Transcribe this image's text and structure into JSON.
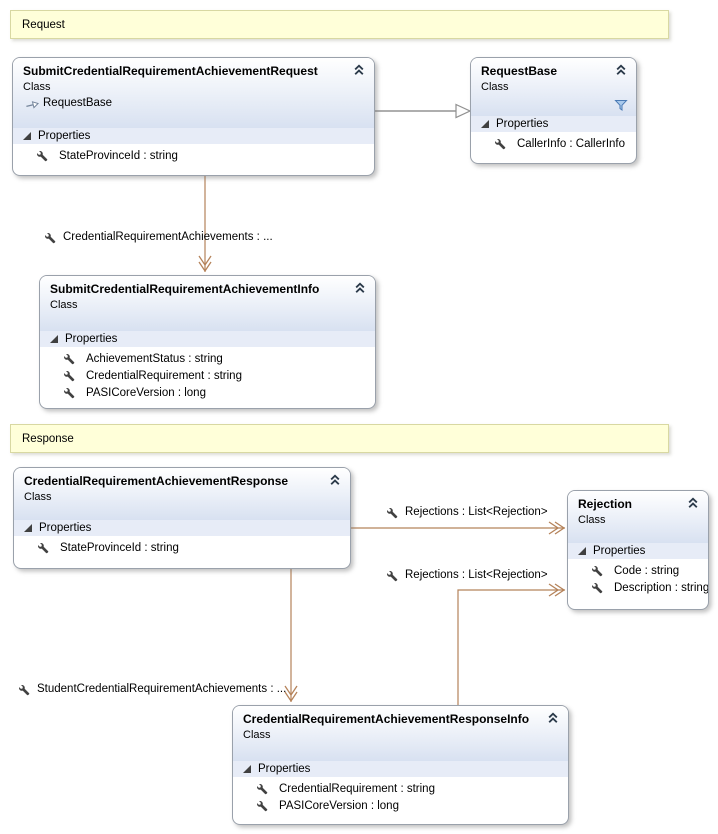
{
  "lanes": {
    "request": "Request",
    "response": "Response"
  },
  "classes": {
    "submit_request": {
      "title": "SubmitCredentialRequirementAchievementRequest",
      "kind": "Class",
      "base": "RequestBase",
      "section": "Properties",
      "properties": [
        "StateProvinceId : string"
      ]
    },
    "request_base": {
      "title": "RequestBase",
      "kind": "Class",
      "section": "Properties",
      "properties": [
        "CallerInfo : CallerInfo"
      ]
    },
    "submit_info": {
      "title": "SubmitCredentialRequirementAchievementInfo",
      "kind": "Class",
      "section": "Properties",
      "properties": [
        "AchievementStatus : string",
        "CredentialRequirement : string",
        "PASICoreVersion : long"
      ]
    },
    "response": {
      "title": "CredentialRequirementAchievementResponse",
      "kind": "Class",
      "section": "Properties",
      "properties": [
        "StateProvinceId : string"
      ]
    },
    "rejection": {
      "title": "Rejection",
      "kind": "Class",
      "section": "Properties",
      "properties": [
        "Code : string",
        "Description : string"
      ]
    },
    "response_info": {
      "title": "CredentialRequirementAchievementResponseInfo",
      "kind": "Class",
      "section": "Properties",
      "properties": [
        "CredentialRequirement : string",
        "PASICoreVersion : long"
      ]
    }
  },
  "connector_labels": {
    "credential_requirement_achievements": "CredentialRequirementAchievements  : ...",
    "rejections_1": "Rejections : List<Rejection>",
    "rejections_2": "Rejections : List<Rejection>",
    "student_credential_requirement_achievements": "StudentCredentialRequirementAchievements  : ..."
  },
  "icons": {
    "collapse": "chevron-double-up",
    "property": "wrench",
    "filter": "funnel",
    "section_expander": "triangle-expanded",
    "inherits": "hollow-right-arrow"
  },
  "colors": {
    "association": "#b5835a",
    "inheritance": "#949494",
    "lane_fill": "#ffffd9",
    "lane_border": "#d8d8a2",
    "box_border": "#9aa1ab",
    "header_gradient_bottom": "#d8e1f1",
    "section_band": "#e7ecf7",
    "filter_icon": "#8fb8e4"
  }
}
